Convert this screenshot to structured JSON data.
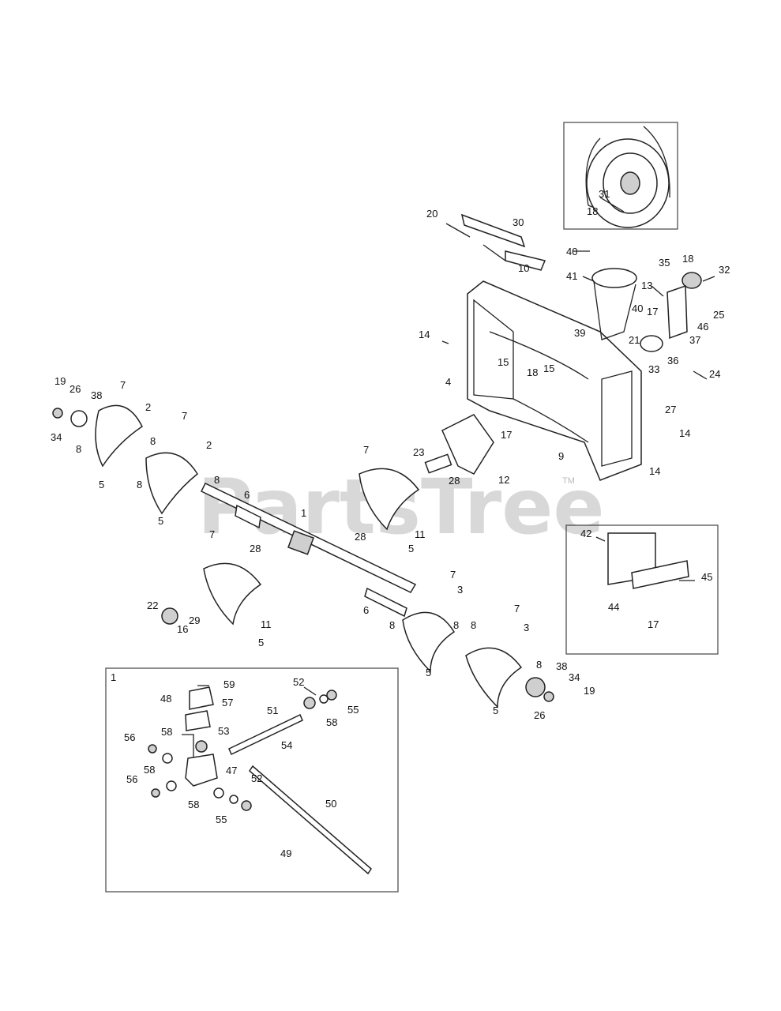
{
  "watermark": {
    "text": "PartsTree",
    "trademark": "TM"
  },
  "inset_assembly_number": "1",
  "callouts": [
    "19",
    "26",
    "38",
    "7",
    "2",
    "34",
    "8",
    "5",
    "8",
    "8",
    "7",
    "2",
    "5",
    "8",
    "6",
    "7",
    "28",
    "1",
    "28",
    "7",
    "11",
    "5",
    "22",
    "29",
    "16",
    "11",
    "5",
    "6",
    "8",
    "7",
    "3",
    "8",
    "8",
    "5",
    "7",
    "3",
    "8",
    "38",
    "34",
    "19",
    "26",
    "5",
    "23",
    "28",
    "12",
    "17",
    "4",
    "14",
    "15",
    "18",
    "15",
    "9",
    "14",
    "27",
    "14",
    "20",
    "30",
    "10",
    "40",
    "41",
    "13",
    "35",
    "18",
    "32",
    "40",
    "17",
    "25",
    "46",
    "21",
    "39",
    "37",
    "36",
    "33",
    "24",
    "31",
    "18",
    "42",
    "45",
    "44",
    "17",
    "59",
    "48",
    "57",
    "52",
    "55",
    "51",
    "58",
    "54",
    "56",
    "58",
    "53",
    "47",
    "58",
    "56",
    "52",
    "58",
    "55",
    "50",
    "49"
  ]
}
